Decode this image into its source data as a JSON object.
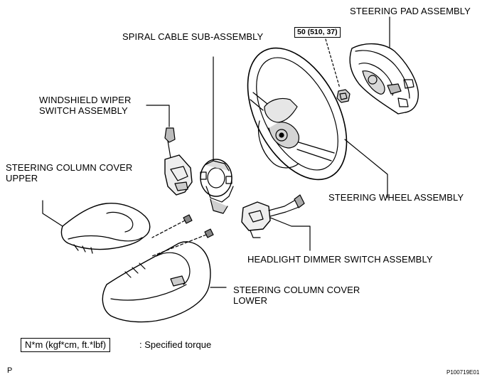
{
  "labels": {
    "steering_pad": "STEERING PAD ASSEMBLY",
    "spiral_cable": "SPIRAL CABLE SUB-ASSEMBLY",
    "wiper_switch_line1": "WINDSHIELD WIPER",
    "wiper_switch_line2": "SWITCH ASSEMBLY",
    "cover_upper_line1": "STEERING COLUMN COVER",
    "cover_upper_line2": "UPPER",
    "steering_wheel": "STEERING WHEEL ASSEMBLY",
    "headlight_switch": "HEADLIGHT DIMMER SWITCH ASSEMBLY",
    "cover_lower_line1": "STEERING COLUMN COVER",
    "cover_lower_line2": "LOWER"
  },
  "torque_value": "50 (510, 37)",
  "legend": {
    "unit": "N*m (kgf*cm, ft.*lbf)",
    "description": ": Specified torque"
  },
  "corner_mark": "P",
  "figure_code": "P100719E01"
}
